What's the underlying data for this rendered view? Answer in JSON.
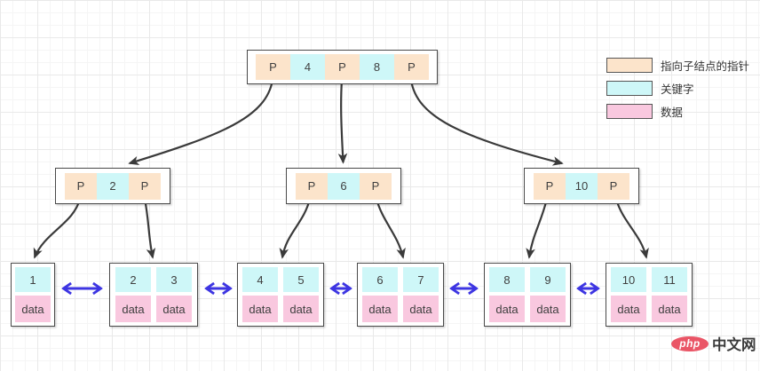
{
  "colors": {
    "pointer_fill": "#fce4cb",
    "key_fill": "#cef7f8",
    "data_fill": "#f9c8df",
    "node_border": "#4a4a4a",
    "tree_arrow": "#3a3a3a",
    "leaf_link_arrow": "#3d35e2",
    "logo_badge": "#ea5566",
    "grid_line": "#e9e9e9"
  },
  "tree": {
    "root": {
      "cells": [
        {
          "type": "pointer",
          "label": "P"
        },
        {
          "type": "key",
          "label": "4"
        },
        {
          "type": "pointer",
          "label": "P"
        },
        {
          "type": "key",
          "label": "8"
        },
        {
          "type": "pointer",
          "label": "P"
        }
      ]
    },
    "internal_nodes": [
      {
        "cells": [
          {
            "type": "pointer",
            "label": "P"
          },
          {
            "type": "key",
            "label": "2"
          },
          {
            "type": "pointer",
            "label": "P"
          }
        ]
      },
      {
        "cells": [
          {
            "type": "pointer",
            "label": "P"
          },
          {
            "type": "key",
            "label": "6"
          },
          {
            "type": "pointer",
            "label": "P"
          }
        ]
      },
      {
        "cells": [
          {
            "type": "pointer",
            "label": "P"
          },
          {
            "type": "key",
            "label": "10"
          },
          {
            "type": "pointer",
            "label": "P"
          }
        ]
      }
    ],
    "leaf_nodes": [
      {
        "keys": [
          "1"
        ],
        "data": [
          "data"
        ]
      },
      {
        "keys": [
          "2",
          "3"
        ],
        "data": [
          "data",
          "data"
        ]
      },
      {
        "keys": [
          "4",
          "5"
        ],
        "data": [
          "data",
          "data"
        ]
      },
      {
        "keys": [
          "6",
          "7"
        ],
        "data": [
          "data",
          "data"
        ]
      },
      {
        "keys": [
          "8",
          "9"
        ],
        "data": [
          "data",
          "data"
        ]
      },
      {
        "keys": [
          "10",
          "11"
        ],
        "data": [
          "data",
          "data"
        ]
      }
    ]
  },
  "legend": {
    "items": [
      {
        "swatch": "pointer",
        "label": "指向子结点的指针"
      },
      {
        "swatch": "key",
        "label": "关键字"
      },
      {
        "swatch": "data",
        "label": "数据"
      }
    ]
  },
  "watermark": {
    "logo_text": "php",
    "site_text": "中文网"
  }
}
